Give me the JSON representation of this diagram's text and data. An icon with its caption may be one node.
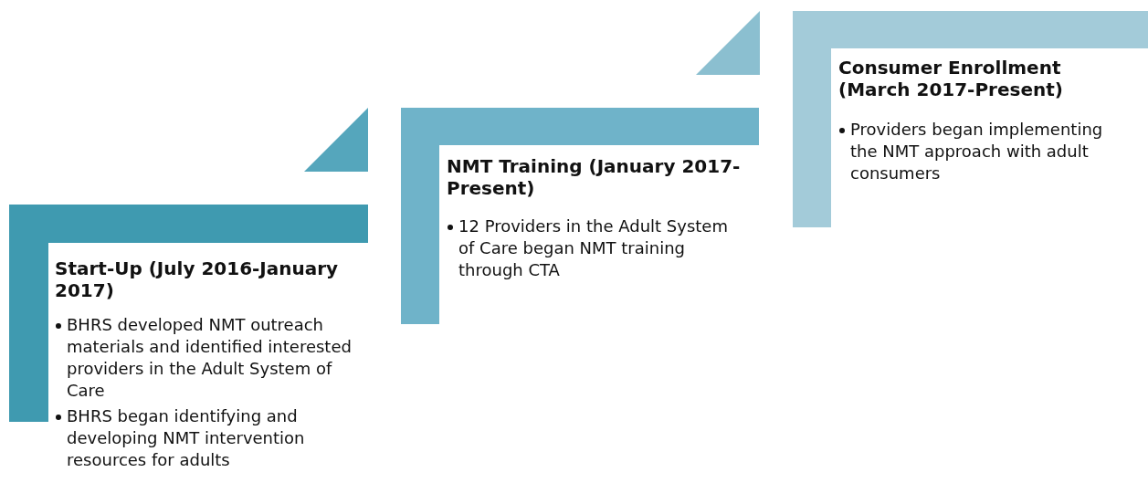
{
  "diagram": {
    "nodes": [
      {
        "text": [
          "Start-Up (July 2016-January 2017)",
          "BHRS developed NMT outreach materials and identified interested providers in the Adult System of Care",
          "BHRS began identifying and developing NMT intervention resources for adults"
        ]
      },
      {
        "text": [
          "NMT Training (January 2017-Present)",
          "12 Providers in the Adult System of Care began NMT training through CTA"
        ]
      },
      {
        "text": [
          "Consumer Enrollment (March 2017-Present)",
          "Providers began implementing the NMT approach with adult consumers"
        ]
      }
    ]
  }
}
